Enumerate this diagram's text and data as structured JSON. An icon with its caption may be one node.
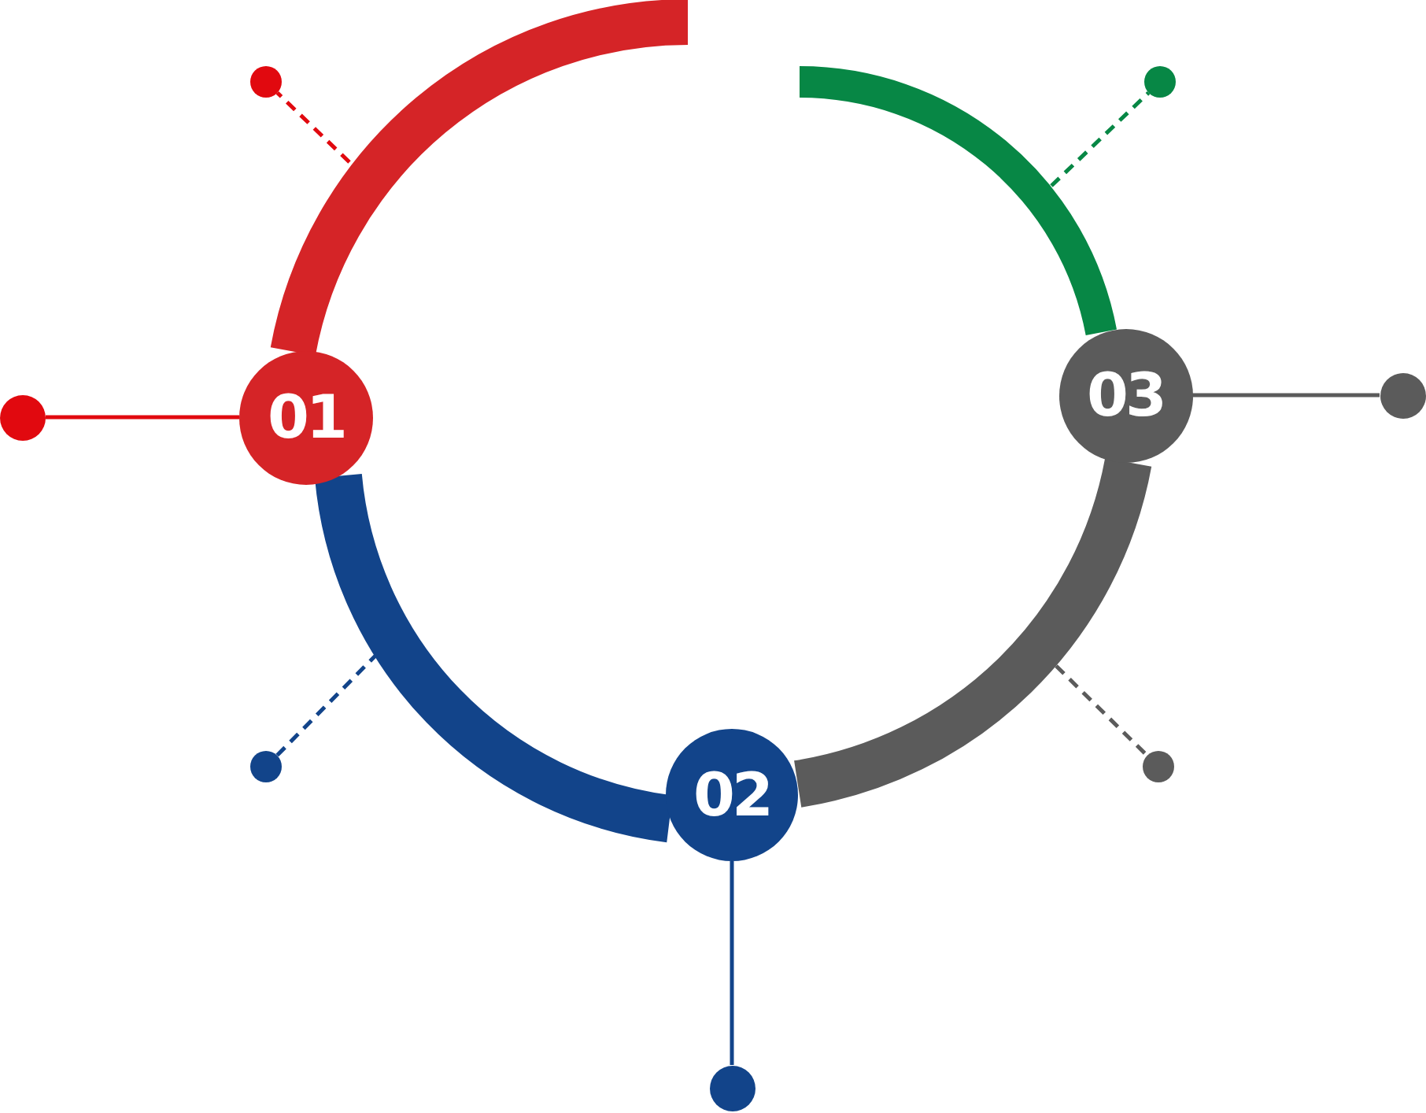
{
  "diagram": {
    "nodes": [
      {
        "text": [
          "01"
        ]
      },
      {
        "text": [
          "02"
        ]
      },
      {
        "text": [
          "03"
        ]
      },
      {
        "text": [],
        "shape": "circle"
      },
      {
        "text": [],
        "shape": "circle"
      },
      {
        "text": [],
        "shape": "circle"
      },
      {
        "text": [],
        "shape": "circle"
      },
      {
        "text": [],
        "shape": "circle"
      },
      {
        "text": [],
        "shape": "circle"
      },
      {
        "text": [],
        "shape": "circle"
      }
    ],
    "edges": [
      {
        "from": 0,
        "to": null,
        "arrow": "none",
        "style": "thick",
        "color": "#d52427"
      },
      {
        "from": 0,
        "to": 1,
        "arrow": "none",
        "style": "thick",
        "color": "#12448a"
      },
      {
        "from": 1,
        "to": 2,
        "arrow": "none",
        "style": "thick",
        "color": "#5b5b5b"
      },
      {
        "from": null,
        "to": 2,
        "arrow": "none",
        "style": "thick",
        "color": "#078745"
      },
      {
        "from": 0,
        "to": 3,
        "arrow": "none",
        "color": "#e1090f"
      },
      {
        "from": 1,
        "to": 9,
        "arrow": "none",
        "color": "#12448a"
      },
      {
        "from": 2,
        "to": 6,
        "arrow": "none",
        "color": "#5b5b5b"
      },
      {
        "from": null,
        "to": 4,
        "arrow": "none",
        "style": "dashed",
        "color": "#e1090f"
      },
      {
        "from": null,
        "to": 5,
        "arrow": "none",
        "style": "dashed",
        "color": "#078745"
      },
      {
        "from": null,
        "to": 7,
        "arrow": "none",
        "style": "dashed",
        "color": "#12448a"
      },
      {
        "from": null,
        "to": 8,
        "arrow": "none",
        "style": "dashed",
        "color": "#5b5b5b"
      }
    ]
  }
}
